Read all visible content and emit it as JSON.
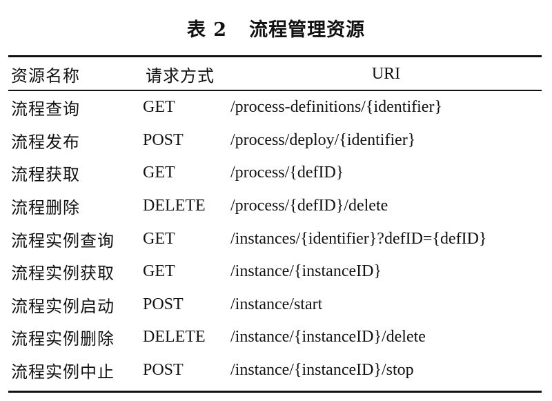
{
  "caption": {
    "label": "表 2",
    "title": "流程管理资源"
  },
  "table": {
    "headers": {
      "name": "资源名称",
      "method": "请求方式",
      "uri": "URI"
    },
    "rows": [
      {
        "name": "流程查询",
        "method": "GET",
        "uri": "/process-definitions/{identifier}"
      },
      {
        "name": "流程发布",
        "method": "POST",
        "uri": "/process/deploy/{identifier}"
      },
      {
        "name": "流程获取",
        "method": "GET",
        "uri": "/process/{defID}"
      },
      {
        "name": "流程删除",
        "method": "DELETE",
        "uri": "/process/{defID}/delete"
      },
      {
        "name": "流程实例查询",
        "method": "GET",
        "uri": "/instances/{identifier}?defID={defID}"
      },
      {
        "name": "流程实例获取",
        "method": "GET",
        "uri": "/instance/{instanceID}"
      },
      {
        "name": "流程实例启动",
        "method": "POST",
        "uri": "/instance/start"
      },
      {
        "name": "流程实例删除",
        "method": "DELETE",
        "uri": "/instance/{instanceID}/delete"
      },
      {
        "name": "流程实例中止",
        "method": "POST",
        "uri": "/instance/{instanceID}/stop"
      }
    ]
  }
}
